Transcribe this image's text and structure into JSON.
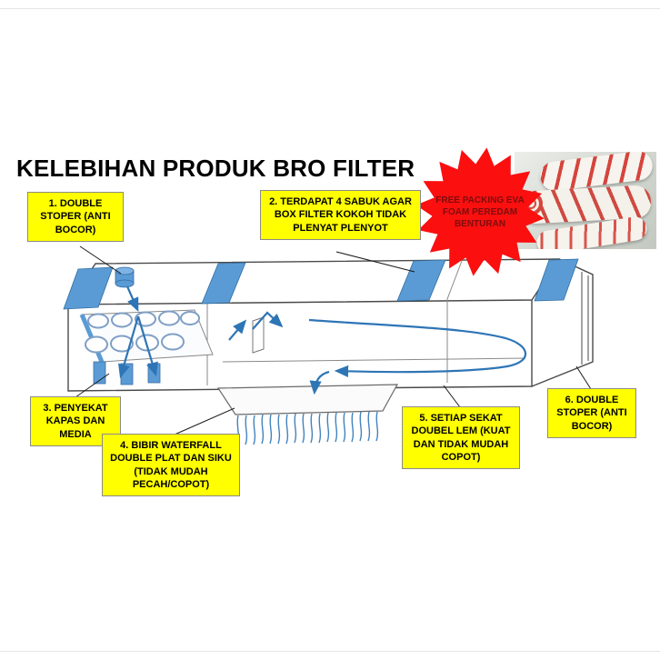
{
  "title": "KELEBIHAN PRODUK BRO FILTER",
  "badge": {
    "lines": [
      "FREE PACKING EVA",
      "FOAM PEREDAM",
      "BENTURAN"
    ],
    "bg_color": "#FB0F0F",
    "text_color": "#7D0D0D"
  },
  "callouts": [
    {
      "text": "1. DOUBLE STOPER (ANTI BOCOR)"
    },
    {
      "text": "2. TERDAPAT 4 SABUK AGAR BOX FILTER KOKOH TIDAK PLENYAT PLENYOT"
    },
    {
      "text": "3. PENYEKAT KAPAS DAN MEDIA"
    },
    {
      "text": "4. BIBIR WATERFALL DOUBLE PLAT DAN SIKU (TIDAK MUDAH PECAH/COPOT)"
    },
    {
      "text": "5. SETIAP SEKAT DOUBEL LEM (KUAT DAN TIDAK MUDAH COPOT)"
    },
    {
      "text": "6. DOUBLE STOPER (ANTI BOCOR)"
    }
  ],
  "colors": {
    "callout_bg": "#FFFF00",
    "callout_border": "#8A8A8A",
    "badge_bg": "#FB0F0F",
    "badge_text": "#7D0D0D",
    "flow_arrow_blue": "#2E75B6",
    "strap_blue": "#5B9BD5",
    "outline_gray": "#4A4A4A"
  }
}
